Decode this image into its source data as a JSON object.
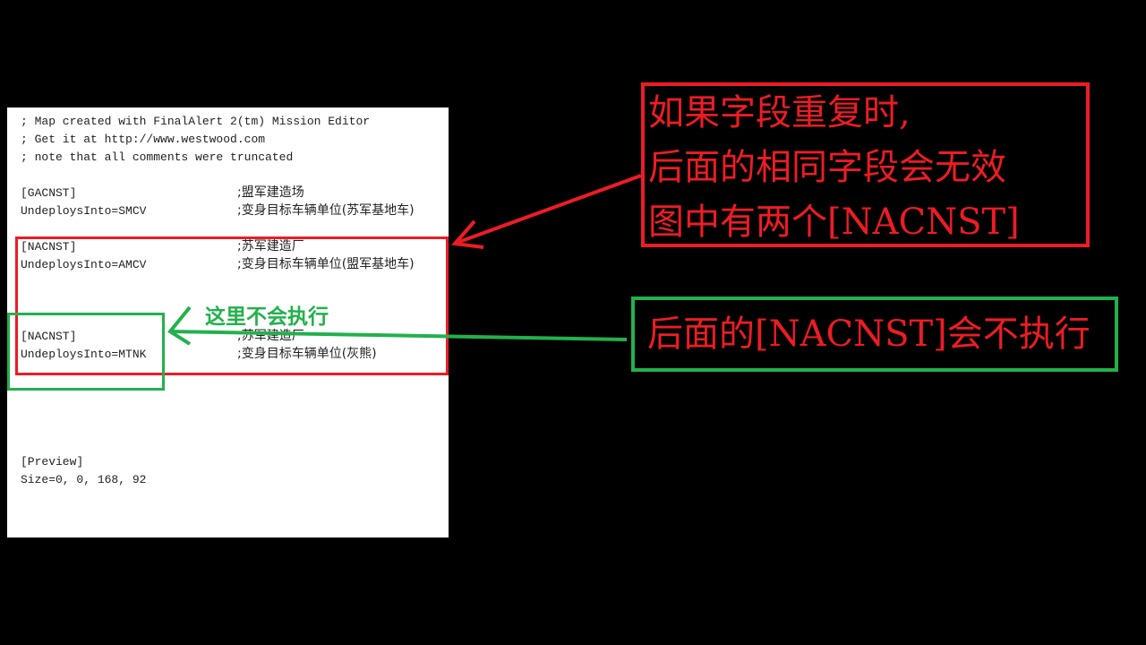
{
  "file": {
    "header_comments": [
      "; Map created with FinalAlert 2(tm) Mission Editor",
      "; Get it at http://www.westwood.com",
      "; note that all comments were truncated"
    ],
    "sections": [
      {
        "name": "[GACNST]",
        "name_comment": ";盟军建造场",
        "key": "UndeploysInto=SMCV",
        "key_comment": ";变身目标车辆单位(苏军基地车)"
      },
      {
        "name": "[NACNST]",
        "name_comment": ";苏军建造厂",
        "key": "UndeploysInto=AMCV",
        "key_comment": ";变身目标车辆单位(盟军基地车)"
      },
      {
        "name": "[NACNST]",
        "name_comment": ";苏军建造厂",
        "key": "UndeploysInto=MTNK",
        "key_comment": ";变身目标车辆单位(灰熊)"
      },
      {
        "name": "[Preview]",
        "key": "Size=0, 0, 168, 92"
      }
    ]
  },
  "annotations": {
    "red_note": [
      "如果字段重复时,",
      "后面的相同字段会无效",
      "图中有两个[NACNST]"
    ],
    "green_note": "后面的[NACNST]会不执行",
    "green_label": "这里不会执行"
  },
  "colors": {
    "red": "#ed1c24",
    "green": "#22b14c"
  }
}
